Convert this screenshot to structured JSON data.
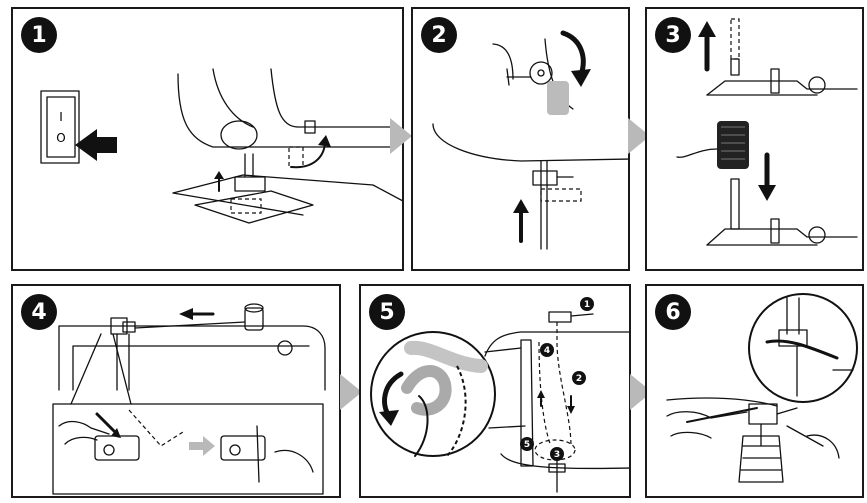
{
  "steps": [
    {
      "number": "1"
    },
    {
      "number": "2"
    },
    {
      "number": "3"
    },
    {
      "number": "4"
    },
    {
      "number": "5"
    },
    {
      "number": "6"
    }
  ],
  "thread_path_markers": [
    "1",
    "2",
    "3",
    "4",
    "5"
  ],
  "switch_labels": {
    "on": "I",
    "off": "O"
  },
  "colors": {
    "ink": "#111111",
    "arrow_gray": "#b9b9b9",
    "border": "#1a1a1a"
  }
}
